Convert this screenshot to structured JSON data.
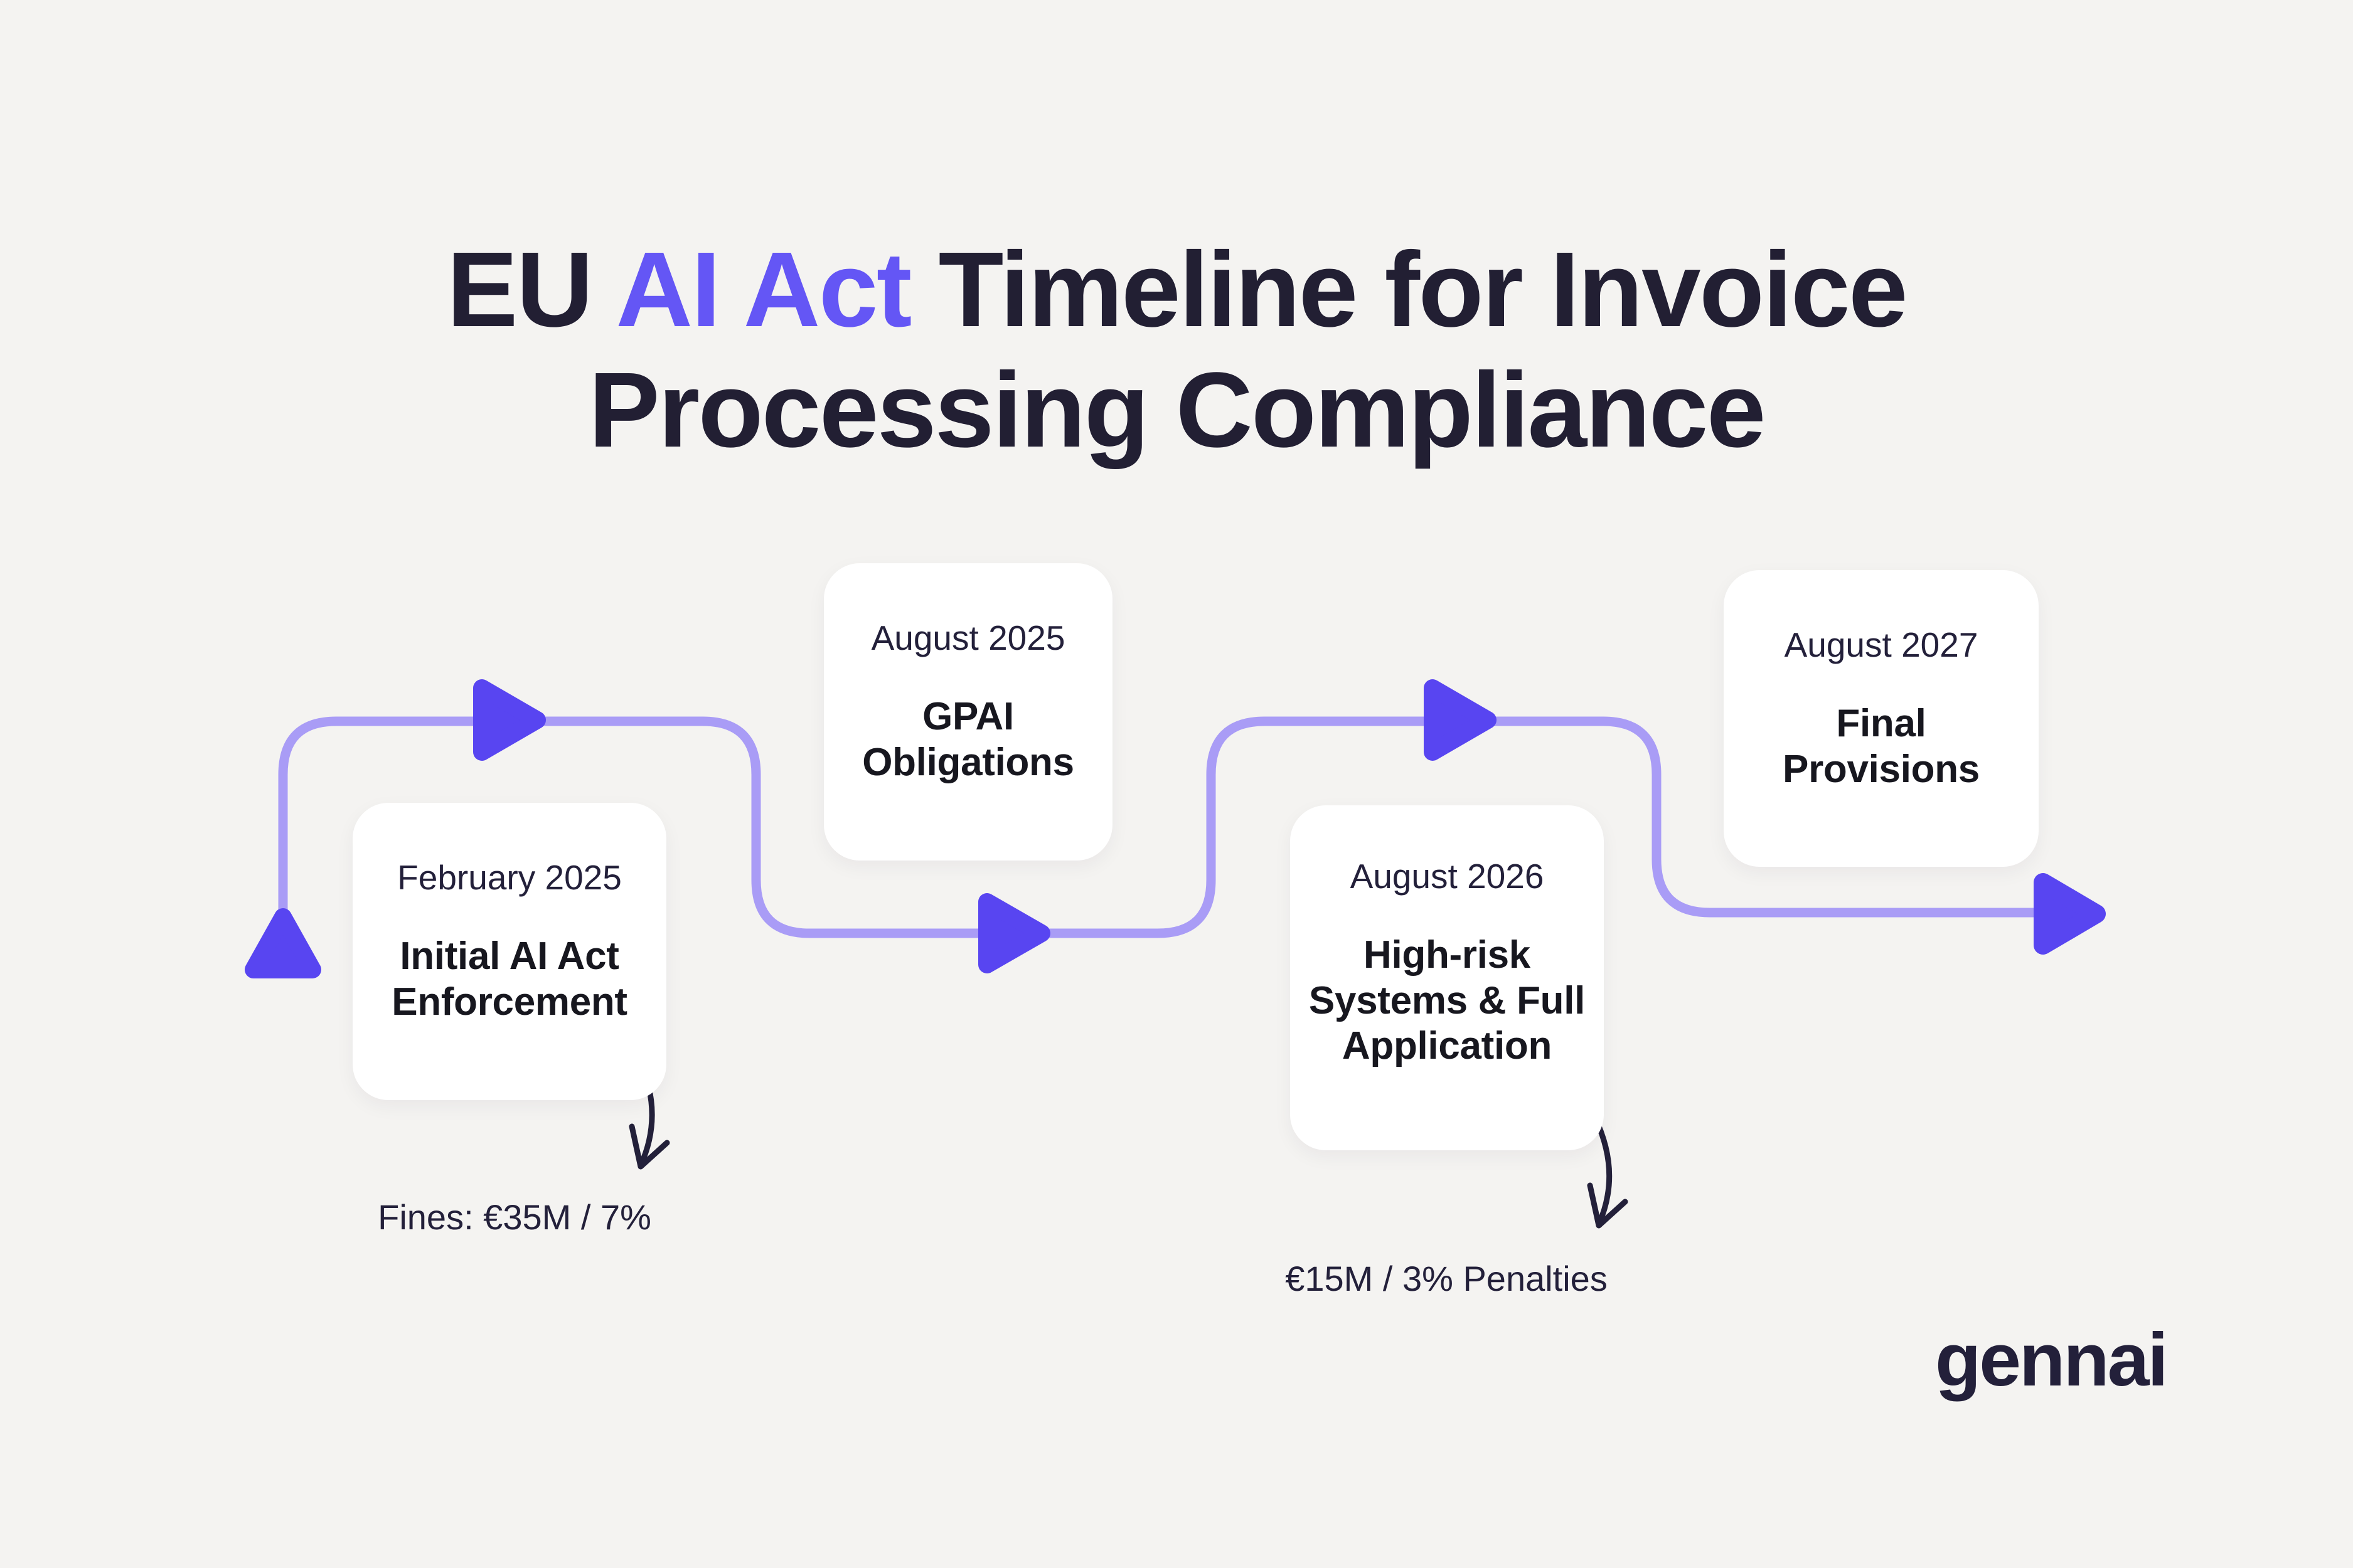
{
  "title": {
    "pre": "EU ",
    "accent": "AI Act",
    "post": " Timeline for Invoice\nProcessing Compliance"
  },
  "milestones": [
    {
      "date": "February 2025",
      "title": "Initial AI Act\nEnforcement"
    },
    {
      "date": "August 2025",
      "title": "GPAI\nObligations"
    },
    {
      "date": "August 2026",
      "title": "High-risk\nSystems & Full\nApplication"
    },
    {
      "date": "August 2027",
      "title": "Final\nProvisions"
    }
  ],
  "annotations": {
    "fines": "Fines: €35M / 7%",
    "penalties": "€15M / 3% Penalties"
  },
  "logo": {
    "text": "gennai"
  },
  "colors": {
    "page_bg": "#F4F3F1",
    "card_bg": "#FFFFFF",
    "title_ink": "#221F33",
    "accent_purple": "#6456F5",
    "arrow_purple": "#5845F1",
    "rail_purple": "#A99CF6",
    "annotation_ink": "#23203A"
  }
}
